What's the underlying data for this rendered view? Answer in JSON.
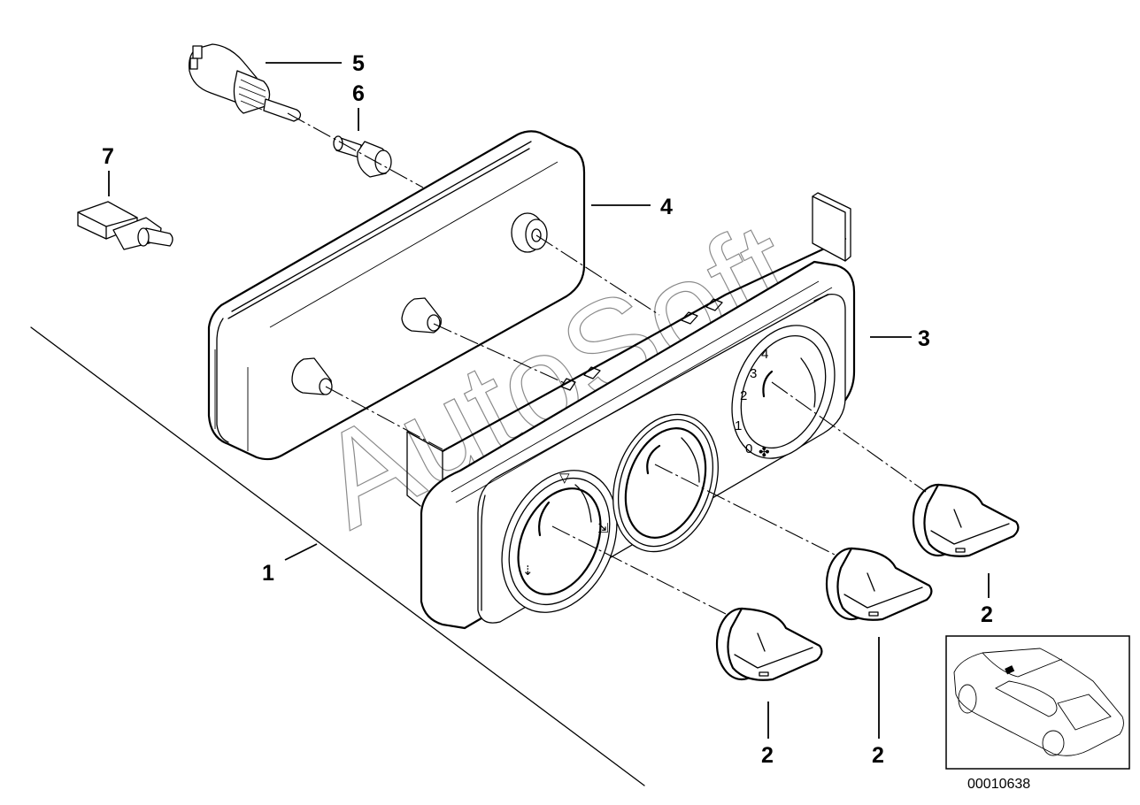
{
  "diagram": {
    "title": "Heater / air-conditioning control panel — exploded parts view",
    "reference_number": "00010638",
    "watermark": "AutoSoft",
    "colors": {
      "line": "#000000",
      "background": "#ffffff",
      "watermark": "#8a8a8a"
    },
    "callouts": [
      {
        "id": "1",
        "label": "1",
        "part": "control panel assembly (mounting surface line)"
      },
      {
        "id": "2a",
        "label": "2",
        "part": "rotary knob (left)"
      },
      {
        "id": "2b",
        "label": "2",
        "part": "rotary knob (middle)"
      },
      {
        "id": "2c",
        "label": "2",
        "part": "rotary knob (right)"
      },
      {
        "id": "3",
        "label": "3",
        "part": "control unit housing"
      },
      {
        "id": "4",
        "label": "4",
        "part": "rear cover plate"
      },
      {
        "id": "5",
        "label": "5",
        "part": "geared actuator / potentiometer"
      },
      {
        "id": "6",
        "label": "6",
        "part": "shaft adapter"
      },
      {
        "id": "7",
        "label": "7",
        "part": "bulb holder with bulb"
      }
    ],
    "fan_scale": [
      "0",
      "1",
      "2",
      "3",
      "4"
    ],
    "fan_icon": "fan-icon",
    "thumbnail": {
      "label": "vehicle location thumbnail",
      "icon": "car-outline-icon"
    }
  }
}
